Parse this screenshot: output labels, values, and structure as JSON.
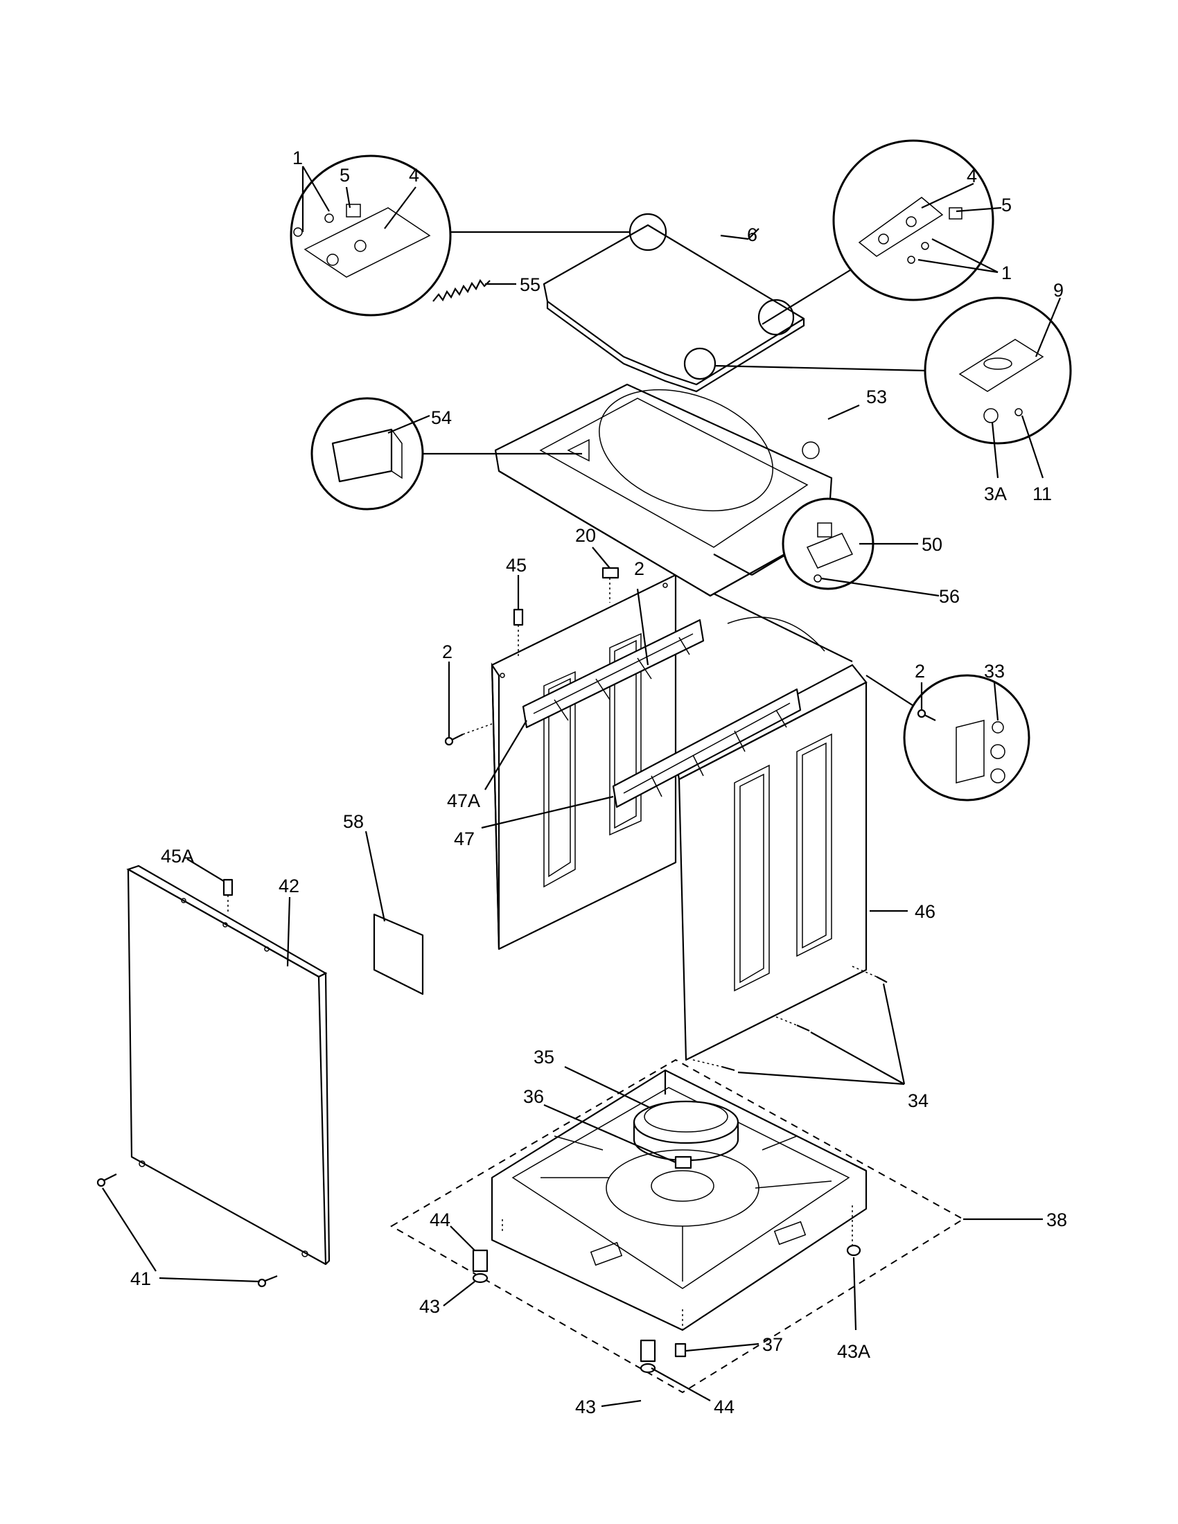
{
  "callouts": {
    "c1a": "1",
    "c5a": "5",
    "c4a": "4",
    "c55": "55",
    "c6": "6",
    "c4b": "4",
    "c5b": "5",
    "c1b": "1",
    "c9": "9",
    "c54": "54",
    "c53": "53",
    "c3A": "3A",
    "c11": "11",
    "c20": "20",
    "c45": "45",
    "c2a": "2",
    "c50": "50",
    "c56": "56",
    "c2b": "2",
    "c2c": "2",
    "c33": "33",
    "c47A": "47A",
    "c47": "47",
    "c58": "58",
    "c45A": "45A",
    "c42": "42",
    "c46": "46",
    "c35": "35",
    "c36": "36",
    "c34": "34",
    "c38": "38",
    "c44a": "44",
    "c43a": "43",
    "c41": "41",
    "c37": "37",
    "c43A": "43A",
    "c43b": "43",
    "c44b": "44"
  }
}
